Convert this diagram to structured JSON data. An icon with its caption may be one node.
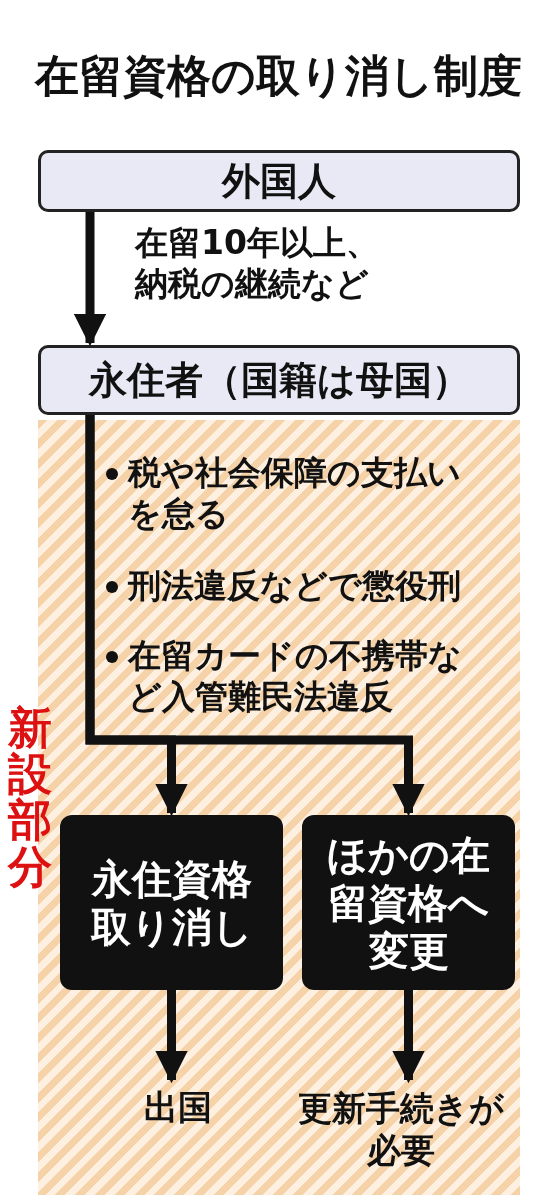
{
  "diagram": {
    "title": "在留資格の取り消し制度",
    "nodes": [
      {
        "text": [
          "外国人"
        ]
      },
      {
        "text": [
          "永住者（国籍は母国）"
        ]
      },
      {
        "text": [
          "新設部分"
        ]
      },
      {
        "text": [
          "永住資格取り消し"
        ],
        "in": 2
      },
      {
        "text": [
          "ほかの在留資格へ変更"
        ],
        "in": 2
      },
      {
        "text": [
          "出国"
        ],
        "in": 2
      },
      {
        "text": [
          "更新手続きが必要"
        ],
        "in": 2
      }
    ],
    "edges": [
      {
        "from": 0,
        "to": 1,
        "arrow": "to",
        "label": "在留10年以上、納税の継続など"
      },
      {
        "from": 1,
        "to": 3,
        "arrow": "to"
      },
      {
        "from": 1,
        "to": 4,
        "arrow": "to"
      },
      {
        "from": 3,
        "to": 5,
        "arrow": "to"
      },
      {
        "from": 4,
        "to": 6,
        "arrow": "to"
      }
    ],
    "labels": [
      "税や社会保障の支払いを怠る",
      "刑法違反などで懲役刑",
      "在留カードの不携帯など入管難民法違反"
    ]
  }
}
